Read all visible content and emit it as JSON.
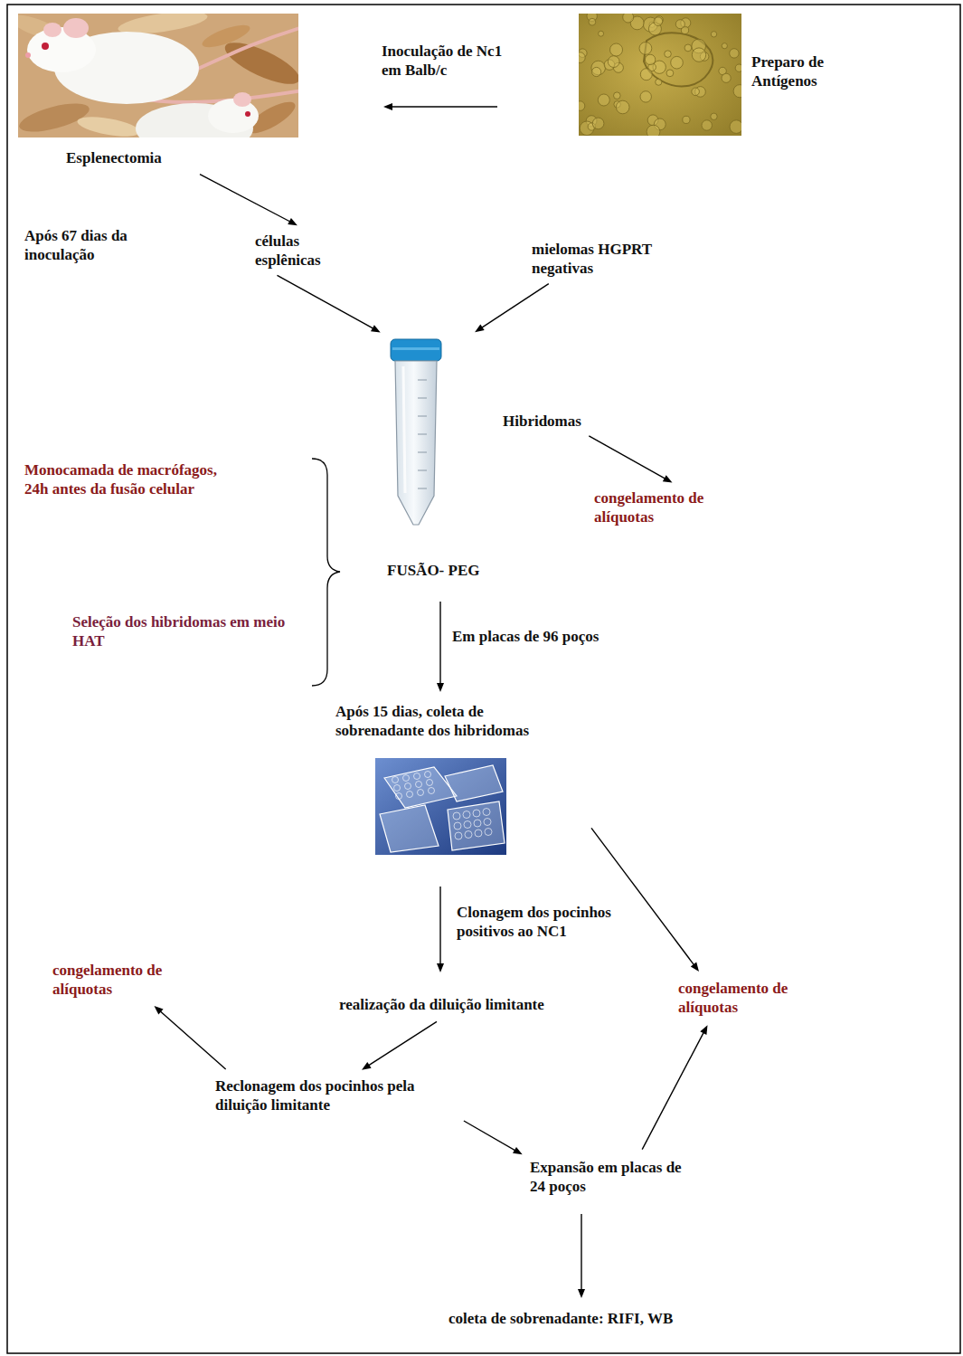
{
  "diagram": {
    "nodes": [
      {
        "text": [
          "Esplenectomia"
        ]
      },
      {
        "text": [
          "Preparo de Antígenos"
        ]
      },
      {
        "text": [
          "células esplênicas"
        ]
      },
      {
        "text": [
          "mielomas HGPRT negativas"
        ]
      },
      {
        "text": [
          "FUSÃO- PEG"
        ]
      },
      {
        "text": [
          "Hibridomas"
        ]
      },
      {
        "text": [
          "congelamento de alíquotas"
        ]
      },
      {
        "text": [
          "Após 15 dias, coleta de sobrenadante dos hibridomas"
        ]
      },
      {
        "text": [
          "congelamento de alíquotas"
        ]
      },
      {
        "text": [
          "congelamento de alíquotas"
        ]
      },
      {
        "text": [
          "realização da diluição limitante"
        ]
      },
      {
        "text": [
          "Reclonagem dos pocinhos pela diluição limitante"
        ]
      },
      {
        "text": [
          "Expansão em placas de 24 poços"
        ]
      },
      {
        "text": [
          "coleta de sobrenadante: RIFI, WB"
        ]
      }
    ],
    "edges": [
      {
        "from": 1,
        "to": 0,
        "label": "Inoculação de Nc1 em Balb/c",
        "arrow": "to"
      },
      {
        "from": 0,
        "to": 2,
        "arrow": "to"
      },
      {
        "from": 2,
        "to": 4,
        "arrow": "to"
      },
      {
        "from": 3,
        "to": 4,
        "arrow": "to"
      },
      {
        "from": 5,
        "to": 6,
        "arrow": "to"
      },
      {
        "from": 4,
        "to": 7,
        "label": "Em placas de 96 poços",
        "arrow": "to"
      },
      {
        "from": 7,
        "to": 10,
        "label": "Clonagem dos pocinhos positivos ao NC1",
        "arrow": "to"
      },
      {
        "from": 7,
        "to": 9,
        "arrow": "to"
      },
      {
        "from": 10,
        "to": 11,
        "arrow": "to"
      },
      {
        "from": 11,
        "to": 8,
        "arrow": "to"
      },
      {
        "from": 11,
        "to": 12,
        "arrow": "to"
      },
      {
        "from": 12,
        "to": 9,
        "arrow": "to"
      },
      {
        "from": 12,
        "to": 13,
        "arrow": "to"
      }
    ],
    "labels": [
      "Após 67 dias da inoculação",
      "Monocamada de macrófagos, 24h antes da fusão celular",
      "Seleção dos hibridomas em meio HAT"
    ]
  }
}
